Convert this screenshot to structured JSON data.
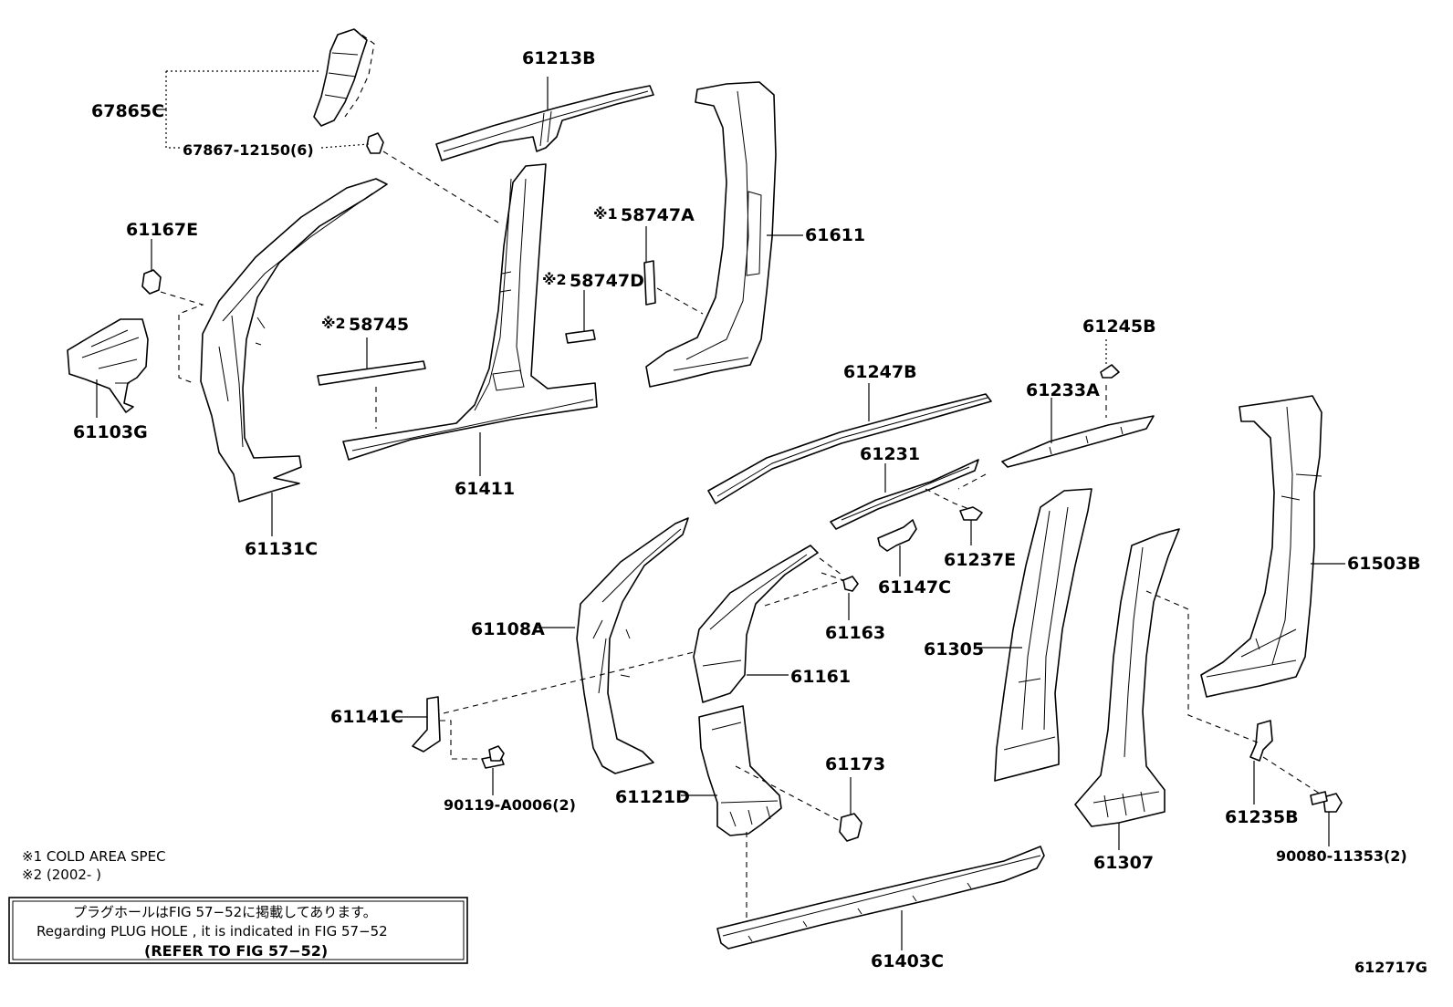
{
  "diagram_id": "612717G",
  "parts": {
    "p67865C": "67865C",
    "p67867": "67867-12150(6)",
    "p61213B": "61213B",
    "p61611": "61611",
    "p61167E": "61167E",
    "p61103G": "61103G",
    "p61131C": "61131C",
    "p58745": "58745",
    "p58747D": "58747D",
    "p58747A": "58747A",
    "p61411": "61411",
    "p61245B": "61245B",
    "p61247B": "61247B",
    "p61233A": "61233A",
    "p61231": "61231",
    "p61237E": "61237E",
    "p61147C": "61147C",
    "p61503B": "61503B",
    "p61108A": "61108A",
    "p61163": "61163",
    "p61161": "61161",
    "p61305": "61305",
    "p61141C": "61141C",
    "p61173": "61173",
    "p90119": "90119-A0006(2)",
    "p61121D": "61121D",
    "p61235B": "61235B",
    "p61307": "61307",
    "p90080": "90080-11353(2)",
    "p61403C": "61403C"
  },
  "marks": {
    "m1": "※1",
    "m2": "※2"
  },
  "legend": {
    "l1": "※1 COLD AREA SPEC",
    "l2": "※2 (2002-        )"
  },
  "notice": {
    "jp": "プラグホールはFIG 57−52に掲載してあります。",
    "en": "Regarding  PLUG  HOLE , it is indicated in FIG  57−52",
    "ref": "(REFER  TO  FIG  57−52)"
  }
}
